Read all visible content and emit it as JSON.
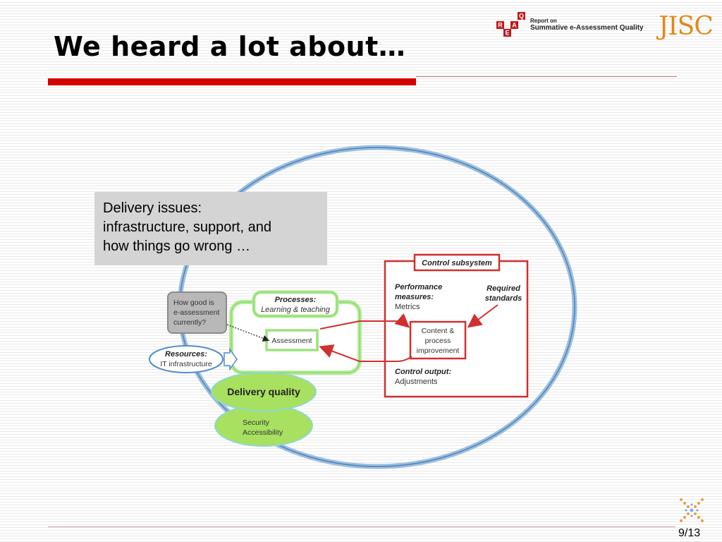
{
  "slide": {
    "title": "We heard a lot about…",
    "page_number": "9/13"
  },
  "branding": {
    "reaq_letters": [
      "R",
      "E",
      "A",
      "Q"
    ],
    "reaq_line1": "Report on",
    "reaq_line2": "Summative e-Assessment Quality",
    "jisc": "JISC"
  },
  "callout": {
    "lines": [
      "Delivery issues:",
      "infrastructure, support, and",
      "how things go wrong …"
    ]
  },
  "diagram": {
    "control_subsystem": "Control subsystem",
    "performance_measures": [
      "Performance",
      "measures:",
      "Metrics"
    ],
    "required_standards": [
      "Required",
      "standards"
    ],
    "content_box": [
      "Content &",
      "process",
      "improvement"
    ],
    "control_output": [
      "Control output:",
      "Adjustments"
    ],
    "processes": [
      "Processes:",
      "Learning & teaching"
    ],
    "assessment": "Assessment",
    "how_good": [
      "How good is",
      "e-assessment",
      "currently?"
    ],
    "resources": [
      "Resources:",
      "IT infrastructure"
    ],
    "delivery_quality": "Delivery quality",
    "security": [
      "Security",
      "Accessibility"
    ]
  },
  "colors": {
    "title_rule": "#d40000",
    "circle": "#6a98c8",
    "control_red": "#d03030",
    "green_outline": "#7ed957",
    "green_fill": "#a8e060",
    "gray_box": "#999999",
    "jisc_orange": "#e0891a"
  }
}
